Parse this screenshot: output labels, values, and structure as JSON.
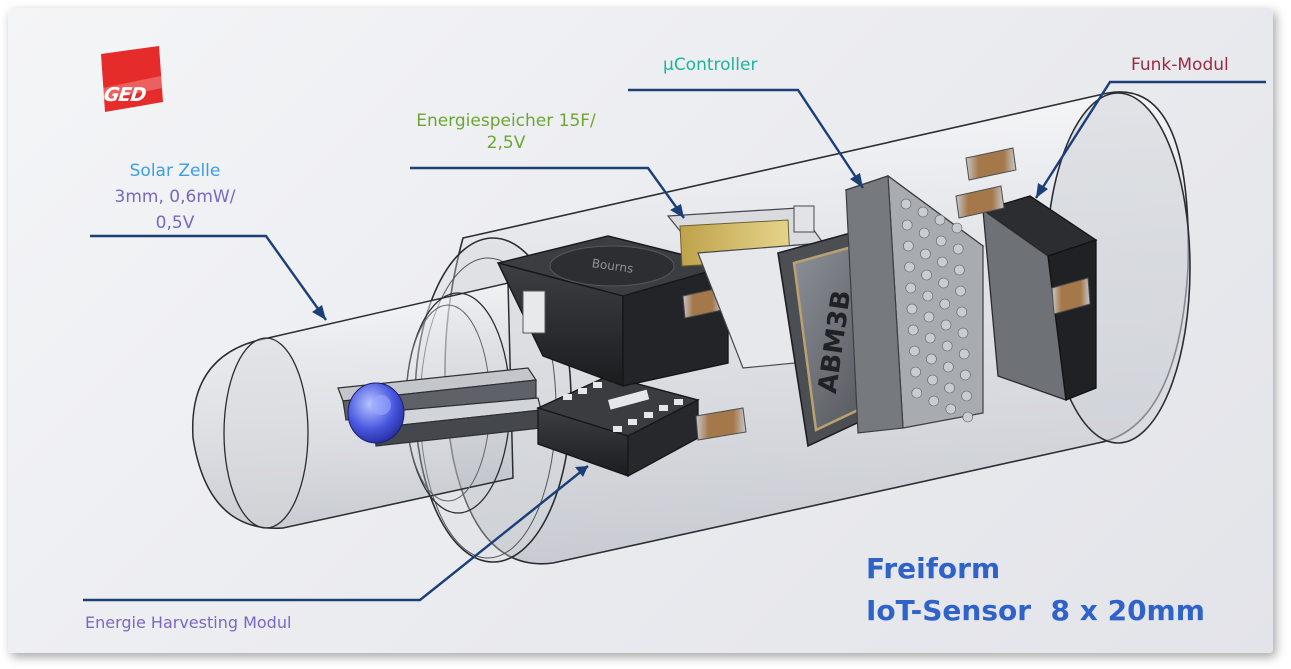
{
  "logo": {
    "text": "GED",
    "color": "#e62b2b"
  },
  "labels": {
    "mu_controller": "µController",
    "funk_modul": "Funk-Modul",
    "energiespeicher_line1": "Energiespeicher 15F/",
    "energiespeicher_line2": "2,5V",
    "solar_line1": "Solar Zelle",
    "solar_line2": "3mm, 0,6mW/",
    "solar_line3": "0,5V",
    "harvesting": "Energie Harvesting Modul",
    "chip_marking": "ABM3B",
    "inductor_marking": "Bourns"
  },
  "headline": {
    "line1": "Freiform",
    "line2": "IoT-Sensor  8 x 20mm"
  },
  "colors": {
    "mu_controller": "#1fb39a",
    "funk_modul": "#9a2a3f",
    "energiespeicher": "#6ca632",
    "solar_title": "#3a9ee3",
    "solar_specs": "#7a68c0",
    "harvesting": "#7a68c0",
    "headline": "#2f63c8",
    "leader_line": "#1c3f78"
  }
}
